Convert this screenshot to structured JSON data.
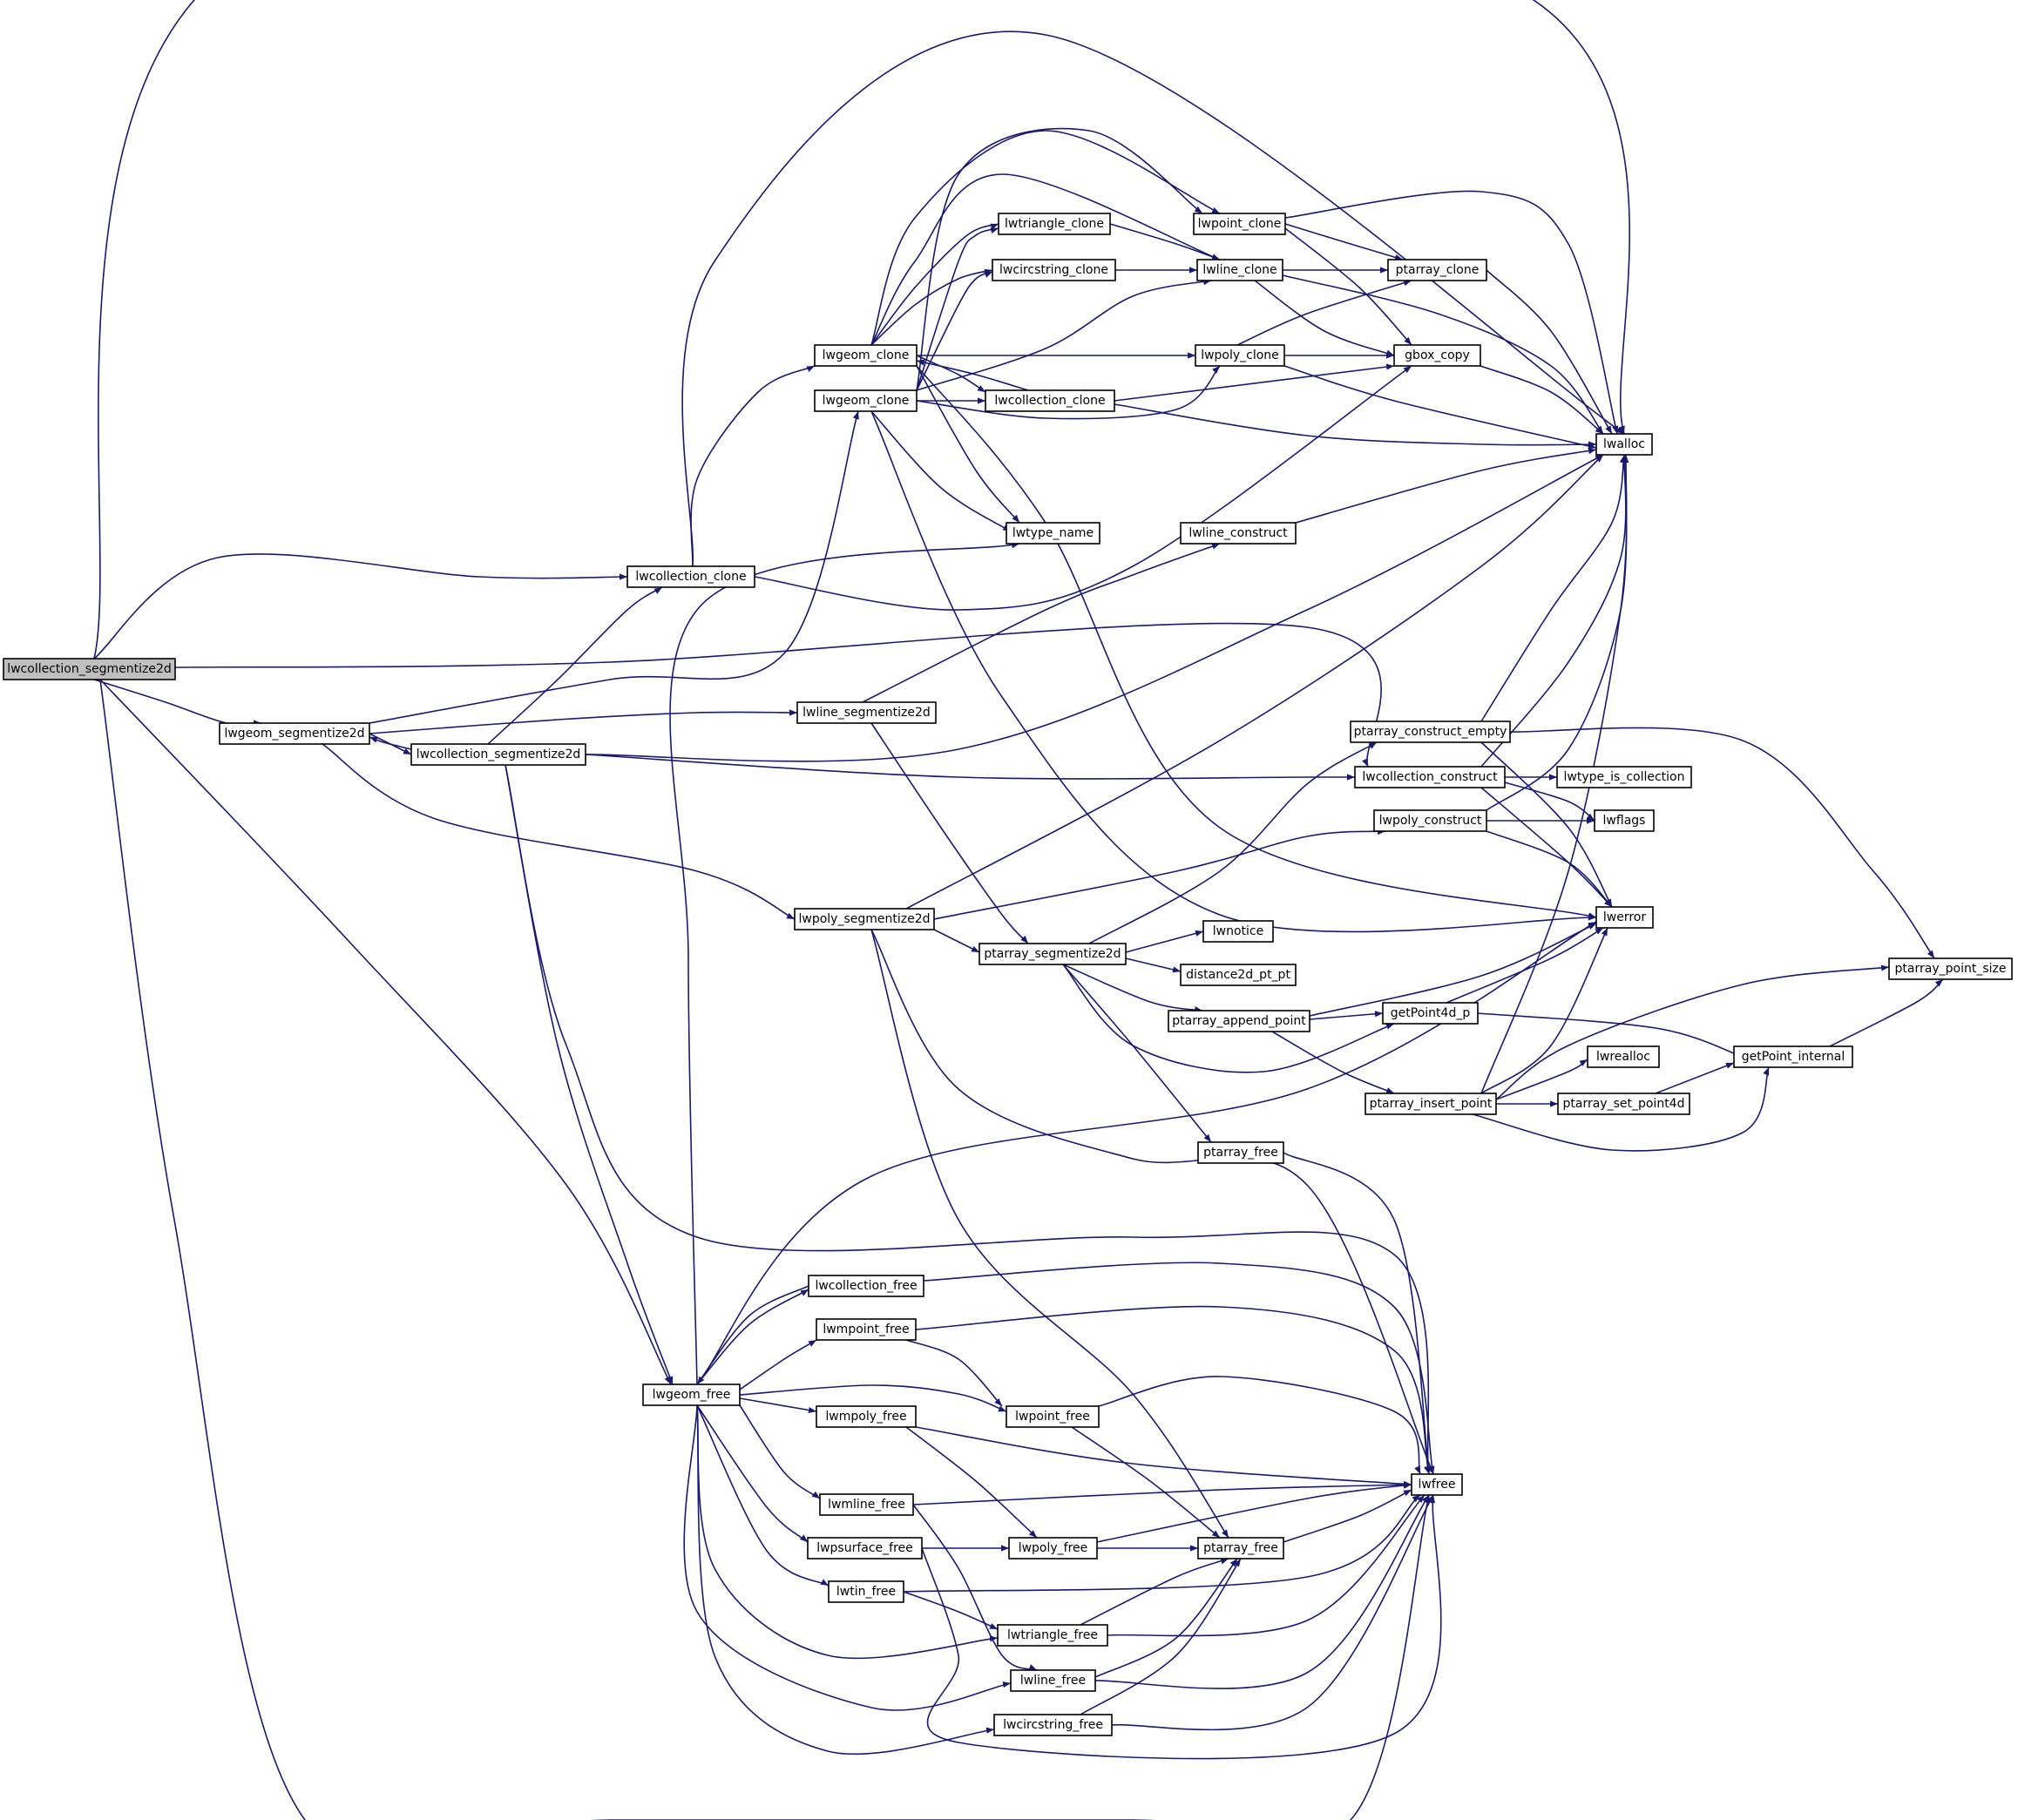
{
  "graph": {
    "root": "lwcollection_segmentize2d",
    "nodes": [
      {
        "id": "root",
        "label": "lwcollection_segmentize2d",
        "root": true
      },
      {
        "id": "lwgeom_segmentize2d",
        "label": "lwgeom_segmentize2d"
      },
      {
        "id": "lwcoll_seg_inner",
        "label": "lwcollection_segmentize2d"
      },
      {
        "id": "lwcollection_clone",
        "label": "lwcollection_clone"
      },
      {
        "id": "lwgeom_clone_a",
        "label": "lwgeom_clone"
      },
      {
        "id": "lwgeom_clone_b",
        "label": "lwgeom_clone"
      },
      {
        "id": "lwtriangle_clone",
        "label": "lwtriangle_clone"
      },
      {
        "id": "lwcircstring_clone",
        "label": "lwcircstring_clone"
      },
      {
        "id": "lwcollection_clone2",
        "label": "lwcollection_clone"
      },
      {
        "id": "lwtype_name",
        "label": "lwtype_name"
      },
      {
        "id": "lwpoint_clone",
        "label": "lwpoint_clone"
      },
      {
        "id": "lwline_clone",
        "label": "lwline_clone"
      },
      {
        "id": "lwpoly_clone",
        "label": "lwpoly_clone"
      },
      {
        "id": "lwline_construct",
        "label": "lwline_construct"
      },
      {
        "id": "ptarray_clone",
        "label": "ptarray_clone"
      },
      {
        "id": "gbox_copy",
        "label": "gbox_copy"
      },
      {
        "id": "lwalloc",
        "label": "lwalloc"
      },
      {
        "id": "lwline_segmentize2d",
        "label": "lwline_segmentize2d"
      },
      {
        "id": "lwpoly_segmentize2d",
        "label": "lwpoly_segmentize2d"
      },
      {
        "id": "ptarray_segmentize2d",
        "label": "ptarray_segmentize2d"
      },
      {
        "id": "ptarray_construct_empty",
        "label": "ptarray_construct_empty"
      },
      {
        "id": "lwcollection_construct",
        "label": "lwcollection_construct"
      },
      {
        "id": "lwpoly_construct",
        "label": "lwpoly_construct"
      },
      {
        "id": "lwtype_is_collection",
        "label": "lwtype_is_collection"
      },
      {
        "id": "lwflags",
        "label": "lwflags"
      },
      {
        "id": "lwnotice",
        "label": "lwnotice"
      },
      {
        "id": "distance2d_pt_pt",
        "label": "distance2d_pt_pt"
      },
      {
        "id": "lwerror",
        "label": "lwerror"
      },
      {
        "id": "ptarray_append_point",
        "label": "ptarray_append_point"
      },
      {
        "id": "getPoint4d_p",
        "label": "getPoint4d_p"
      },
      {
        "id": "ptarray_point_size",
        "label": "ptarray_point_size"
      },
      {
        "id": "lwrealloc",
        "label": "lwrealloc"
      },
      {
        "id": "getPoint_internal",
        "label": "getPoint_internal"
      },
      {
        "id": "ptarray_insert_point",
        "label": "ptarray_insert_point"
      },
      {
        "id": "ptarray_set_point4d",
        "label": "ptarray_set_point4d"
      },
      {
        "id": "ptarray_free_a",
        "label": "ptarray_free"
      },
      {
        "id": "lwgeom_free",
        "label": "lwgeom_free"
      },
      {
        "id": "lwcollection_free",
        "label": "lwcollection_free"
      },
      {
        "id": "lwmpoint_free",
        "label": "lwmpoint_free"
      },
      {
        "id": "lwpoint_free",
        "label": "lwpoint_free"
      },
      {
        "id": "lwmpoly_free",
        "label": "lwmpoly_free"
      },
      {
        "id": "lwfree",
        "label": "lwfree"
      },
      {
        "id": "lwmline_free",
        "label": "lwmline_free"
      },
      {
        "id": "lwpsurface_free",
        "label": "lwpsurface_free"
      },
      {
        "id": "lwpoly_free",
        "label": "lwpoly_free"
      },
      {
        "id": "ptarray_free_b",
        "label": "ptarray_free"
      },
      {
        "id": "lwtin_free",
        "label": "lwtin_free"
      },
      {
        "id": "lwtriangle_free",
        "label": "lwtriangle_free"
      },
      {
        "id": "lwline_free",
        "label": "lwline_free"
      },
      {
        "id": "lwcircstring_free",
        "label": "lwcircstring_free"
      }
    ]
  }
}
